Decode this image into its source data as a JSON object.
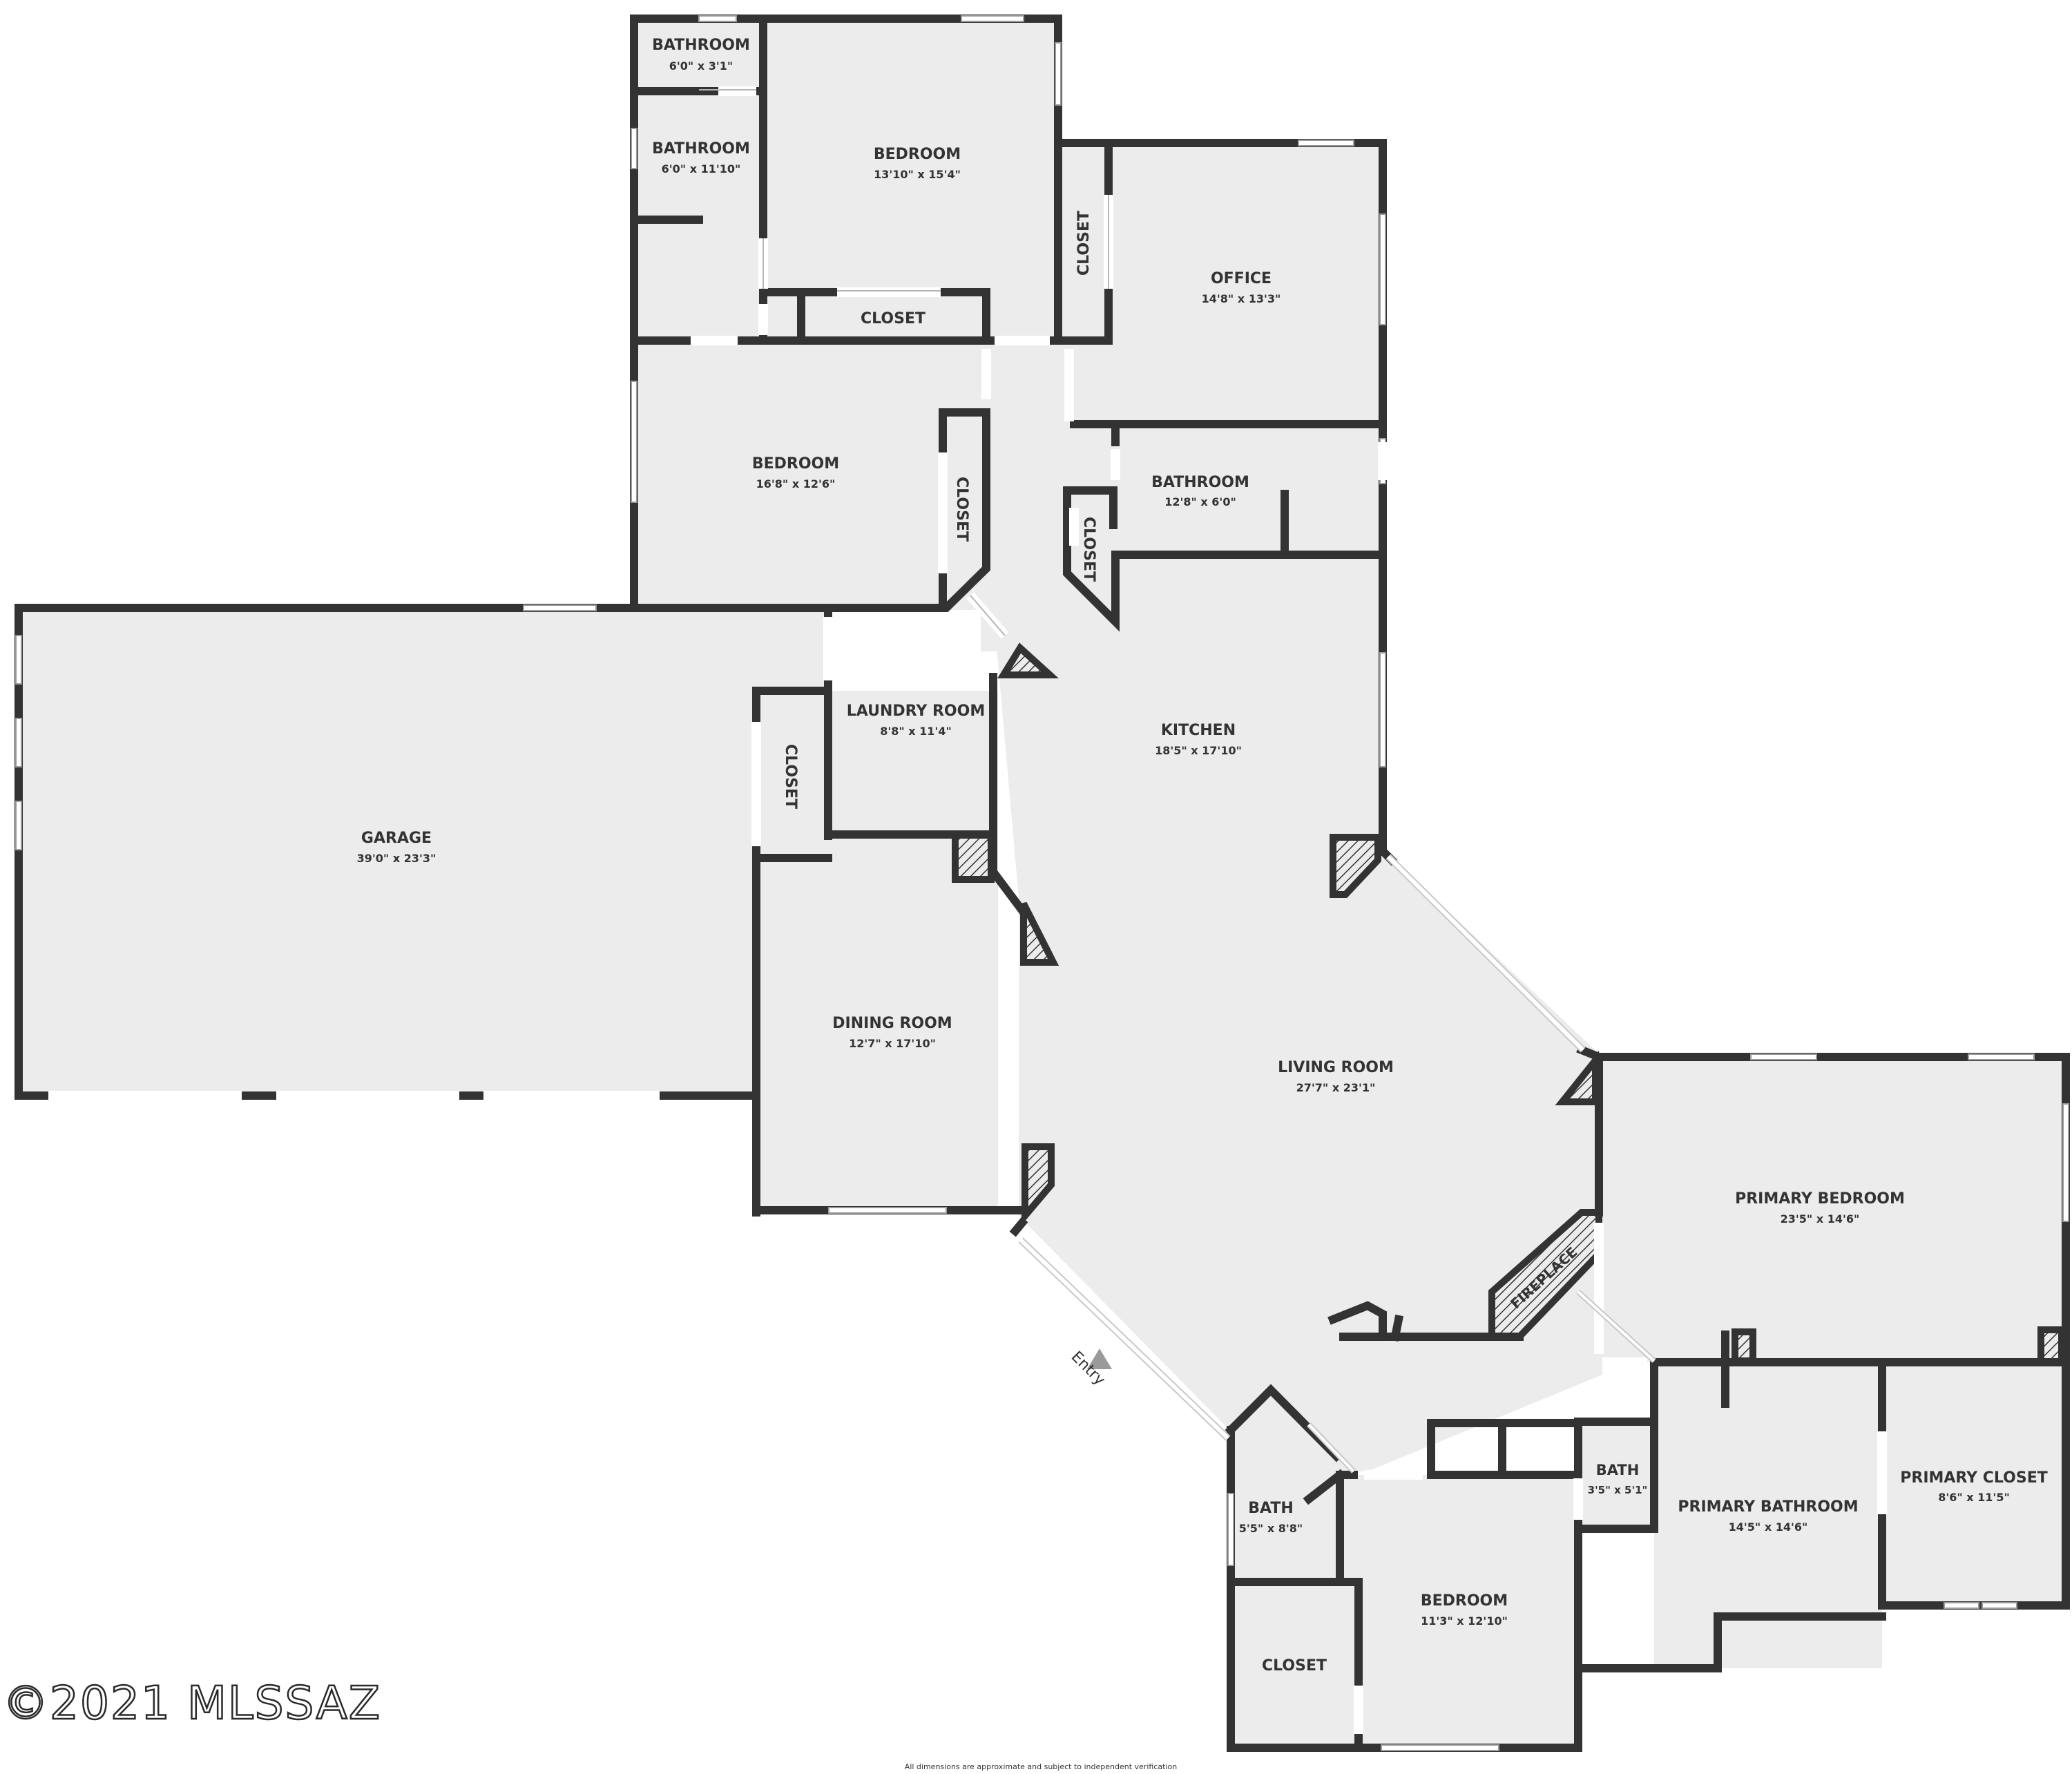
{
  "rooms": {
    "bathroom_top": {
      "name": "BATHROOM",
      "dims": "6'0\" x 3'1\""
    },
    "bathroom_2": {
      "name": "BATHROOM",
      "dims": "6'0\" x 11'10\""
    },
    "bedroom_top": {
      "name": "BEDROOM",
      "dims": "13'10\" x 15'4\""
    },
    "closet_bedroom_top": {
      "name": "CLOSET"
    },
    "closet_office": {
      "name": "CLOSET"
    },
    "office": {
      "name": "OFFICE",
      "dims": "14'8\" x 13'3\""
    },
    "bedroom_mid": {
      "name": "BEDROOM",
      "dims": "16'8\" x 12'6\""
    },
    "closet_bedroom_mid": {
      "name": "CLOSET"
    },
    "closet_hall": {
      "name": "CLOSET"
    },
    "bathroom_hall": {
      "name": "BATHROOM",
      "dims": "12'8\" x 6'0\""
    },
    "garage": {
      "name": "GARAGE",
      "dims": "39'0\" x 23'3\""
    },
    "closet_laundry": {
      "name": "CLOSET"
    },
    "laundry": {
      "name": "LAUNDRY ROOM",
      "dims": "8'8\" x 11'4\""
    },
    "kitchen": {
      "name": "KITCHEN",
      "dims": "18'5\" x 17'10\""
    },
    "dining": {
      "name": "DINING ROOM",
      "dims": "12'7\" x 17'10\""
    },
    "living": {
      "name": "LIVING ROOM",
      "dims": "27'7\" x 23'1\""
    },
    "fireplace": {
      "name": "FIREPLACE"
    },
    "primary_bedroom": {
      "name": "PRIMARY BEDROOM",
      "dims": "23'5\" x 14'6\""
    },
    "primary_bathroom": {
      "name": "PRIMARY BATHROOM",
      "dims": "14'5\" x 14'6\""
    },
    "primary_closet": {
      "name": "PRIMARY CLOSET",
      "dims": "8'6\" x 11'5\""
    },
    "bath_small": {
      "name": "BATH",
      "dims": "3'5\" x 5'1\""
    },
    "bath_left": {
      "name": "BATH",
      "dims": "5'5\" x 8'8\""
    },
    "bedroom_bottom": {
      "name": "BEDROOM",
      "dims": "11'3\" x 12'10\""
    },
    "closet_bottom": {
      "name": "CLOSET"
    }
  },
  "entry_label": "Entry",
  "watermark": "©2021 MLSSAZ",
  "disclaimer": "All dimensions are approximate and subject to independent verification",
  "colors": {
    "floor": "#ececec",
    "wall": "#333333",
    "background": "#ffffff"
  }
}
